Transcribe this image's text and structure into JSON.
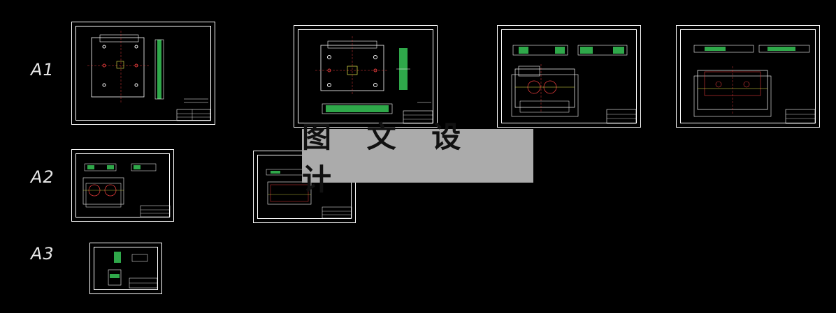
{
  "rows": {
    "a1": "A1",
    "a2": "A2",
    "a3": "A3"
  },
  "watermark": "图 文 设 计",
  "colors": {
    "background": "#000000",
    "line": "#ffffff",
    "hatch": "#2fa84a",
    "center": "#e23a3a",
    "dim": "#e8e84a",
    "watermark_bg": "#ababab"
  }
}
